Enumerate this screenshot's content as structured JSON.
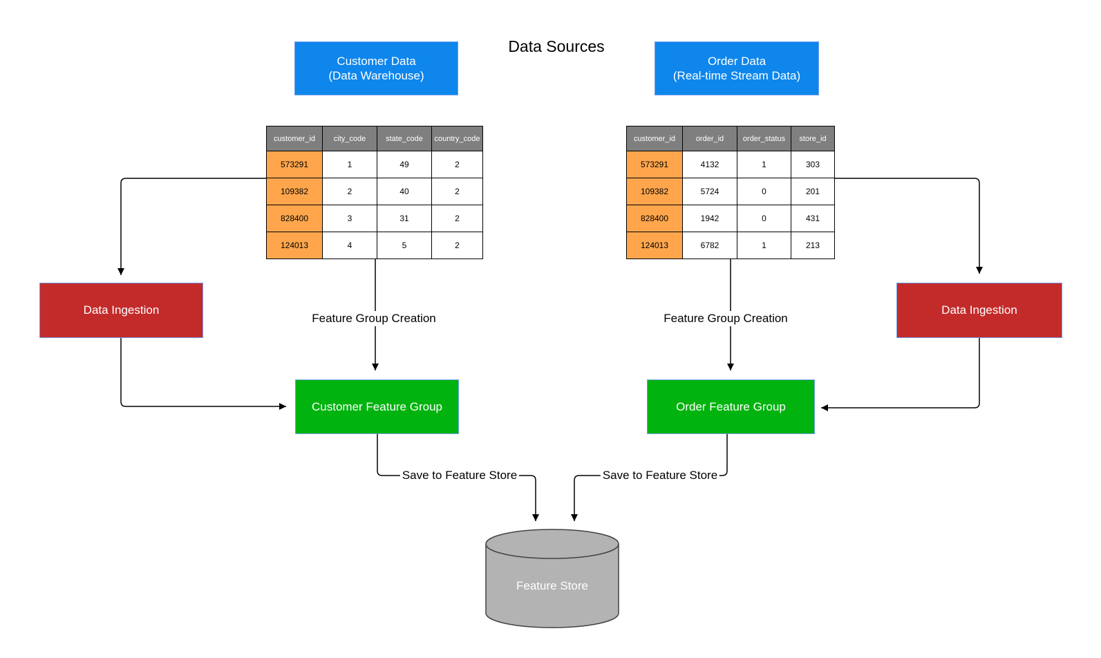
{
  "title": "Data Sources",
  "colors": {
    "blue": "#0E86EC",
    "red": "#C32B2B",
    "green": "#00B30E",
    "orange": "#FFA64D",
    "header_gray": "#7F7F7F",
    "cylinder_gray": "#B3B3B3",
    "box_border": "#6D9EEB",
    "line": "#000000"
  },
  "sources": {
    "customer": {
      "line1": "Customer Data",
      "line2": "(Data Warehouse)"
    },
    "order": {
      "line1": "Order Data",
      "line2": "(Real-time Stream Data)"
    }
  },
  "tables": {
    "customer": {
      "headers": [
        "customer_id",
        "city_code",
        "state_code",
        "country_code"
      ],
      "rows": [
        [
          "573291",
          "1",
          "49",
          "2"
        ],
        [
          "109382",
          "2",
          "40",
          "2"
        ],
        [
          "828400",
          "3",
          "31",
          "2"
        ],
        [
          "124013",
          "4",
          "5",
          "2"
        ]
      ]
    },
    "order": {
      "headers": [
        "customer_id",
        "order_id",
        "order_status",
        "store_id"
      ],
      "rows": [
        [
          "573291",
          "4132",
          "1",
          "303"
        ],
        [
          "109382",
          "5724",
          "0",
          "201"
        ],
        [
          "828400",
          "1942",
          "0",
          "431"
        ],
        [
          "124013",
          "6782",
          "1",
          "213"
        ]
      ]
    }
  },
  "nodes": {
    "data_ingestion_left": "Data Ingestion",
    "data_ingestion_right": "Data Ingestion",
    "customer_feature_group": "Customer Feature Group",
    "order_feature_group": "Order Feature Group",
    "feature_store": "Feature Store"
  },
  "edge_labels": {
    "feature_group_creation_left": "Feature Group Creation",
    "feature_group_creation_right": "Feature Group Creation",
    "save_to_feature_store_left": "Save to Feature Store",
    "save_to_feature_store_right": "Save to Feature Store"
  }
}
